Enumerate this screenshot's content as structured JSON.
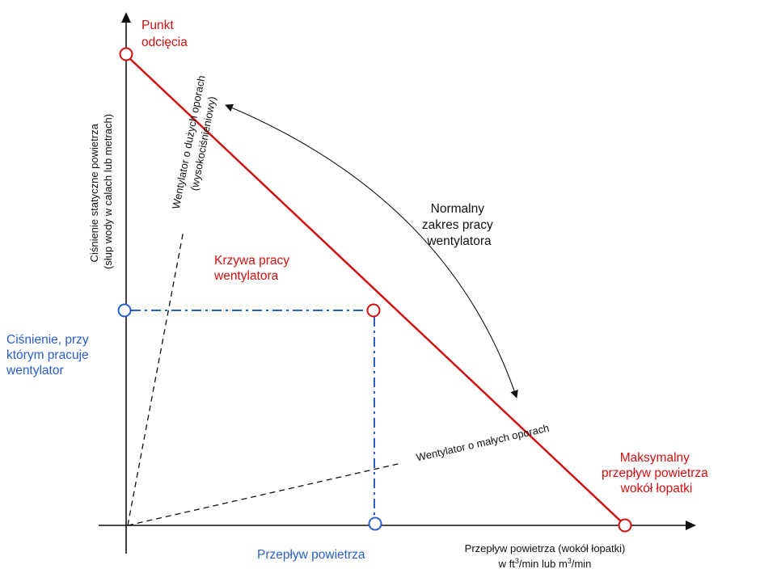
{
  "labels": {
    "cutoff_line1": "Punkt",
    "cutoff_line2": "odcięcia",
    "fan_curve_line1": "Krzywa pracy",
    "fan_curve_line2": "wentylatora",
    "normal_range_line1": "Normalny",
    "normal_range_line2": "zakres pracy",
    "normal_range_line3": "wentylatora",
    "max_flow_line1": "Maksymalny",
    "max_flow_line2": "przepływ powietrza",
    "max_flow_line3": "wokół łopatki",
    "operating_pressure_line1": "Ciśnienie, przy",
    "operating_pressure_line2": "którym pracuje",
    "operating_pressure_line3": "wentylator",
    "airflow": "Przepływ powietrza",
    "high_resistance_line1": "Wentylator o dużych oporach",
    "high_resistance_line2": "(wysokociśnieniowy)",
    "low_resistance": "Wentylator o małych oporach"
  },
  "axes": {
    "y_label_line1": "Ciśnienie statyczne powietrza",
    "y_label_line2": "(słup wody w calach lub metrach)",
    "x_label_line1": "Przepływ powietrza (wokół łopatki)",
    "x_label_line2_pre": "w ft",
    "x_label_sup1": "3",
    "x_label_line2_mid": "/min lub m",
    "x_label_sup2": "3",
    "x_label_line2_post": "/min"
  },
  "colors": {
    "curve": "#d01010",
    "operating": "#2a5fc9",
    "axes": "#111111"
  }
}
